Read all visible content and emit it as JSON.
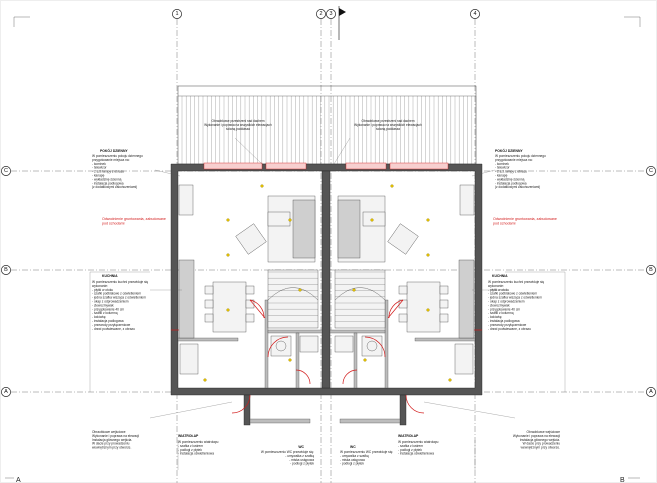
{
  "axes": {
    "vertical": [
      "1",
      "2",
      "3",
      "4"
    ],
    "horizontal": [
      "C",
      "B",
      "A"
    ]
  },
  "corner_labels": {
    "left_bottom": "A",
    "right_bottom": "B"
  },
  "annotations": {
    "roof_left": [
      "Obraobkowe przestrzeni nad dachem",
      "Wykonanie i poprawa na wszystkich elewacjach",
      "ścianą poddasza"
    ],
    "roof_right": [
      "Obraobkowe przestrzeni nad dachem",
      "Wykonanie i poprawa na wszystkich elewacjach",
      "ścianą poddasza"
    ],
    "room_left_upper_title": "POKÓJ DZIENNY",
    "room_left_upper": [
      "W pomieszczeniu pokoju dziennego",
      "przygotowanie miejsca na:",
      "- kominek",
      "- telewizor",
      "- 2 szt. lampy z obrazu",
      "- kanapę",
      "- wykładzinę ścienną",
      "- instalacja podłogowa",
      "(z dodatkowymi zakończeniami)"
    ],
    "room_right_upper_title": "POKÓJ DZIENNY",
    "room_right_upper": [
      "W pomieszczeniu pokoju dziennego",
      "przygotowanie miejsca na:",
      "- kominek",
      "- telewizor",
      "- 2 szt. lampy z obrazu",
      "- kanapę",
      "- wykładzinę ścienną",
      "- instalacja podłogowa",
      "(z dodatkowymi zakończeniami)"
    ],
    "red_left": [
      "Odwodnienie gruntowania, zabudowane",
      "pod schodami"
    ],
    "red_right": [
      "Odwodnienie gruntowania, zabudowane",
      "pod schodami"
    ],
    "kitchen_left_title": "KUCHNIA",
    "kitchen_left": [
      "W pomieszczeniu kuchni przewiduje się",
      "wykonanie:",
      "- płytki w otoku",
      "- szafki podblatowe z oświetleniem",
      "- jedna szafka wisząca z oświetleniem",
      "- okap z odprowadzeniem",
      "- zlewozmywak",
      "- przygotowanie 40 cm",
      "- szafki z kolumną",
      "- lodówkę",
      "- instalacja podłogowa",
      "- przewody przyłączeniowe",
      "- drzwi podwieszane, z obrazu"
    ],
    "kitchen_right_title": "KUCHNIA",
    "kitchen_right": [
      "W pomieszczeniu kuchni przewiduje się",
      "wykonanie:",
      "- płytki w otoku",
      "- szafki podblatowe z oświetleniem",
      "- jedna szafka wisząca z oświetleniem",
      "- okap z odprowadzeniem",
      "- zlewozmywak",
      "- przygotowanie 40 cm",
      "- szafki z kolumną",
      "- lodówkę",
      "- instalacja podłogowa",
      "- przewody przyłączeniowe",
      "- drzwi podwieszane, z obrazu"
    ],
    "bottom_left_1": [
      "Obraobkowe wejściowe",
      "Wykonanie i poprawa na elewacji",
      "Instalacja głównego wejścia.",
      "W dacie przy prowadzeniu",
      "wewnętrznym przy otworze."
    ],
    "bottom_left_2_title": "WIATROŁAP",
    "bottom_left_2": [
      "W pomieszczeniu wiatrołapu",
      "- szafka z lustrem",
      "- podłogi z płytek",
      "- instalacja oświetleniowa"
    ],
    "bottom_mid_left_title": "WC",
    "bottom_mid_left": [
      "W pomieszczeniu WC przewiduje się:",
      "- umywalka z szafką",
      "- miska ustępowa",
      "- podłogi z płytek"
    ],
    "bottom_mid_right_title": "WC",
    "bottom_mid_right": [
      "W pomieszczeniu WC przewiduje się:",
      "- umywalka z szafką",
      "- miska ustępowa",
      "- podłogi z płytek"
    ],
    "bottom_right_2_title": "WIATROŁAP",
    "bottom_right_2": [
      "W pomieszczeniu wiatrołapu",
      "- szafka z lustrem",
      "- podłogi z płytek",
      "- instalacja oświetleniowa"
    ],
    "bottom_right_1": [
      "Obraobkowe wejściowe",
      "Wykonanie i poprawa na elewacji",
      "Instalacja głównego wejścia.",
      "W dacie przy prowadzeniu",
      "wewnętrznym przy otworze."
    ]
  }
}
